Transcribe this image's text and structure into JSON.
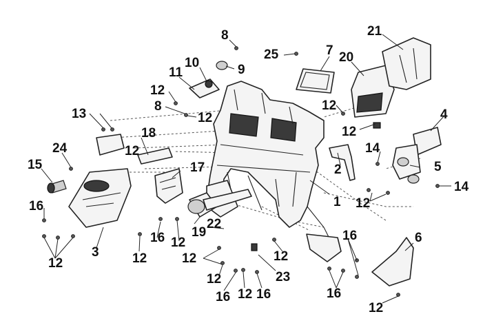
{
  "callouts": [
    {
      "id": "c8a",
      "label": "8"
    },
    {
      "id": "c25",
      "label": "25"
    },
    {
      "id": "c7",
      "label": "7"
    },
    {
      "id": "c21",
      "label": "21"
    },
    {
      "id": "c10",
      "label": "10"
    },
    {
      "id": "c9",
      "label": "9"
    },
    {
      "id": "c11",
      "label": "11"
    },
    {
      "id": "c20",
      "label": "20"
    },
    {
      "id": "c12a",
      "label": "12"
    },
    {
      "id": "c8b",
      "label": "8"
    },
    {
      "id": "c12b",
      "label": "12"
    },
    {
      "id": "c12c",
      "label": "12"
    },
    {
      "id": "c13",
      "label": "13"
    },
    {
      "id": "c4",
      "label": "4"
    },
    {
      "id": "c12d",
      "label": "12"
    },
    {
      "id": "c18",
      "label": "18"
    },
    {
      "id": "c24",
      "label": "24"
    },
    {
      "id": "c12e",
      "label": "12"
    },
    {
      "id": "c14a",
      "label": "14"
    },
    {
      "id": "c15",
      "label": "15"
    },
    {
      "id": "c17",
      "label": "17"
    },
    {
      "id": "c2",
      "label": "2"
    },
    {
      "id": "c5",
      "label": "5"
    },
    {
      "id": "c14b",
      "label": "14"
    },
    {
      "id": "c1",
      "label": "1"
    },
    {
      "id": "c16a",
      "label": "16"
    },
    {
      "id": "c12f",
      "label": "12"
    },
    {
      "id": "c22",
      "label": "22"
    },
    {
      "id": "c19",
      "label": "19"
    },
    {
      "id": "c16b",
      "label": "16"
    },
    {
      "id": "c16c",
      "label": "16"
    },
    {
      "id": "c6",
      "label": "6"
    },
    {
      "id": "c12g",
      "label": "12"
    },
    {
      "id": "c3",
      "label": "3"
    },
    {
      "id": "c12h",
      "label": "12"
    },
    {
      "id": "c12i",
      "label": "12"
    },
    {
      "id": "c12j",
      "label": "12"
    },
    {
      "id": "c12k",
      "label": "12"
    },
    {
      "id": "c23",
      "label": "23"
    },
    {
      "id": "c12l",
      "label": "12"
    },
    {
      "id": "c16d",
      "label": "16"
    },
    {
      "id": "c12m",
      "label": "12"
    },
    {
      "id": "c16e",
      "label": "16"
    },
    {
      "id": "c16f",
      "label": "16"
    },
    {
      "id": "c12n",
      "label": "12"
    }
  ]
}
